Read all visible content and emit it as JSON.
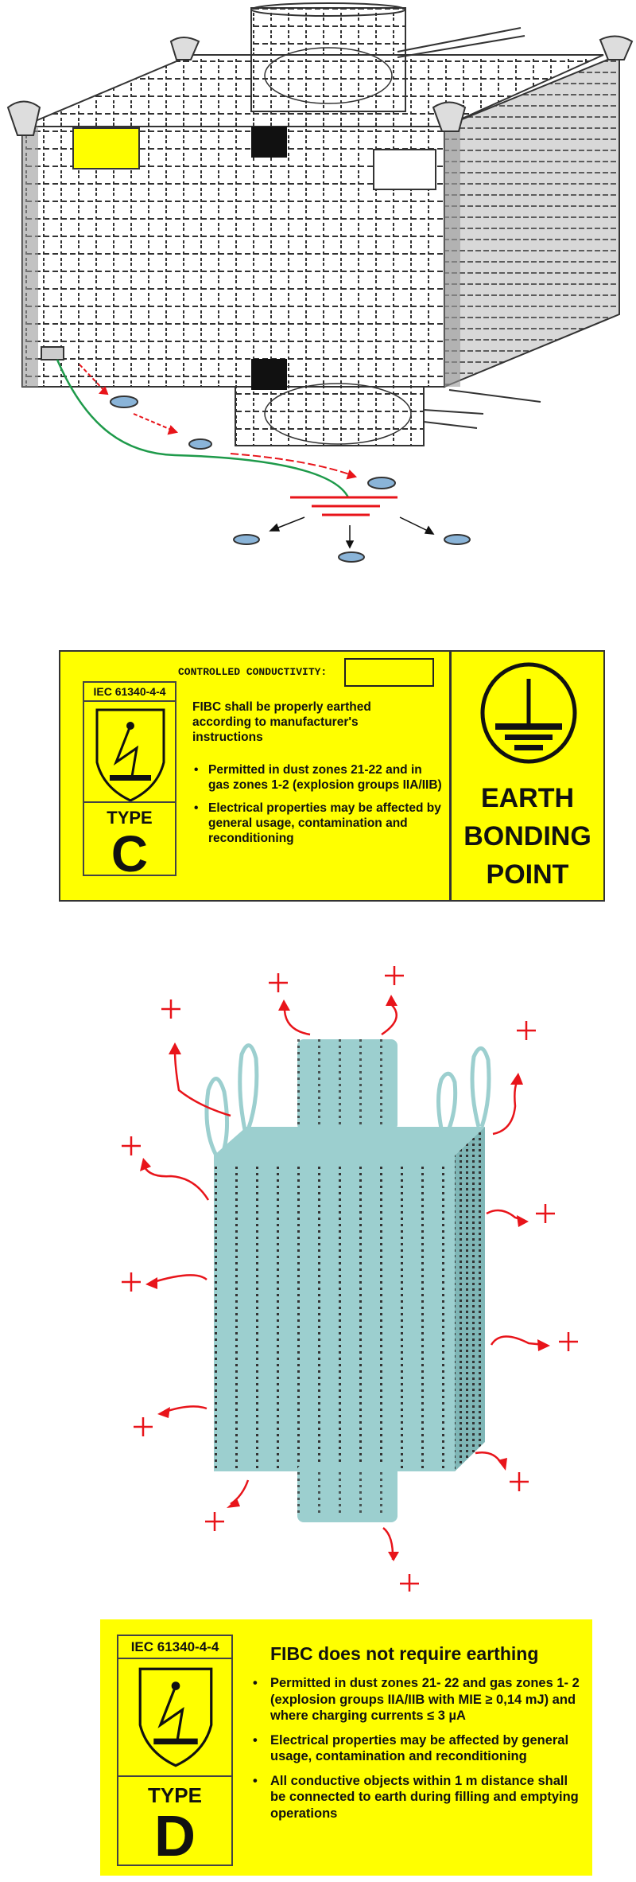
{
  "label_c": {
    "conductivity_label": "CONTROLLED CONDUCTIVITY:",
    "standard": "IEC 61340-4-4",
    "type_label": "TYPE",
    "type_letter": "C",
    "intro": "FIBC shall be properly earthed according to manufacturer's instructions",
    "bullets": [
      "Permitted in dust zones 21-22 and in gas zones 1-2 (explosion groups IIA/IIB)",
      "Electrical properties may be affected by general usage, contamination and reconditioning"
    ],
    "earth": {
      "line1": "EARTH",
      "line2": "BONDING",
      "line3": "POINT"
    }
  },
  "label_d": {
    "standard": "IEC 61340-4-4",
    "type_label": "TYPE",
    "type_letter": "D",
    "title": "FIBC does not require earthing",
    "bullets": [
      "Permitted in dust zones  21- 22 and gas zones 1- 2 (explosion groups IIA/IIB with MIE ≥ 0,14 mJ) and where charging currents ≤ 3 µA",
      "Electrical properties may be affected by general usage, contamination and reconditioning",
      "All conductive objects within 1 m distance shall be connected to earth during filling and emptying operations"
    ]
  },
  "colors": {
    "label_yellow": "#ffff00",
    "bag_teal": "#9ccfcf",
    "charge_red": "#e8141a",
    "wire_green": "#1e9a4a"
  }
}
